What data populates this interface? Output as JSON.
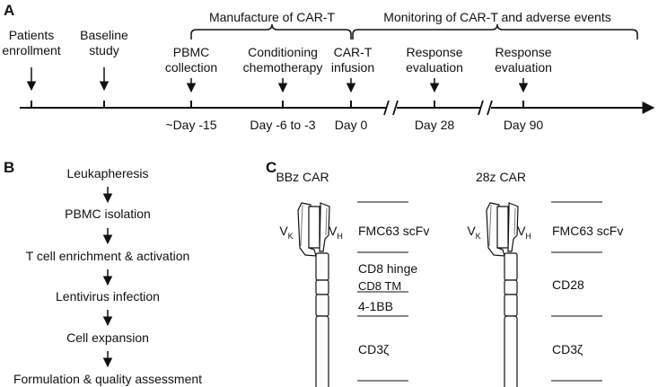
{
  "panel_a": {
    "label": "A",
    "phases": {
      "manufacture": "Manufacture of CAR-T",
      "monitoring": "Monitoring of CAR-T and adverse events"
    },
    "events": [
      {
        "line1": "Patients",
        "line2": "enrollment"
      },
      {
        "line1": "Baseline",
        "line2": "study"
      },
      {
        "line1": "PBMC",
        "line2": "collection"
      },
      {
        "line1": "Conditioning",
        "line2": "chemotherapy"
      },
      {
        "line1": "CAR-T",
        "line2": "infusion"
      },
      {
        "line1": "Response",
        "line2": "evaluation"
      },
      {
        "line1": "Response",
        "line2": "evaluation"
      }
    ],
    "days": [
      "~Day -15",
      "Day -6 to -3",
      "Day 0",
      "Day 28",
      "Day 90"
    ]
  },
  "panel_b": {
    "label": "B",
    "steps": [
      "Leukapheresis",
      "PBMC isolation",
      "T cell enrichment & activation",
      "Lentivirus infection",
      "Cell expansion",
      "Formulation & quality assessment"
    ]
  },
  "panel_c": {
    "label": "C",
    "constructs": [
      {
        "title": "BBz CAR",
        "vk_main": "V",
        "vk_sub": "K",
        "vh_main": "V",
        "vh_sub": "H",
        "domains": [
          "FMC63 scFv",
          "CD8 hinge",
          "CD8 TM",
          "4-1BB",
          "CD3ζ"
        ]
      },
      {
        "title": "28z CAR",
        "vk_main": "V",
        "vk_sub": "K",
        "vh_main": "V",
        "vh_sub": "H",
        "domains": [
          "FMC63 scFv",
          "CD28",
          "CD3ζ"
        ]
      }
    ]
  }
}
